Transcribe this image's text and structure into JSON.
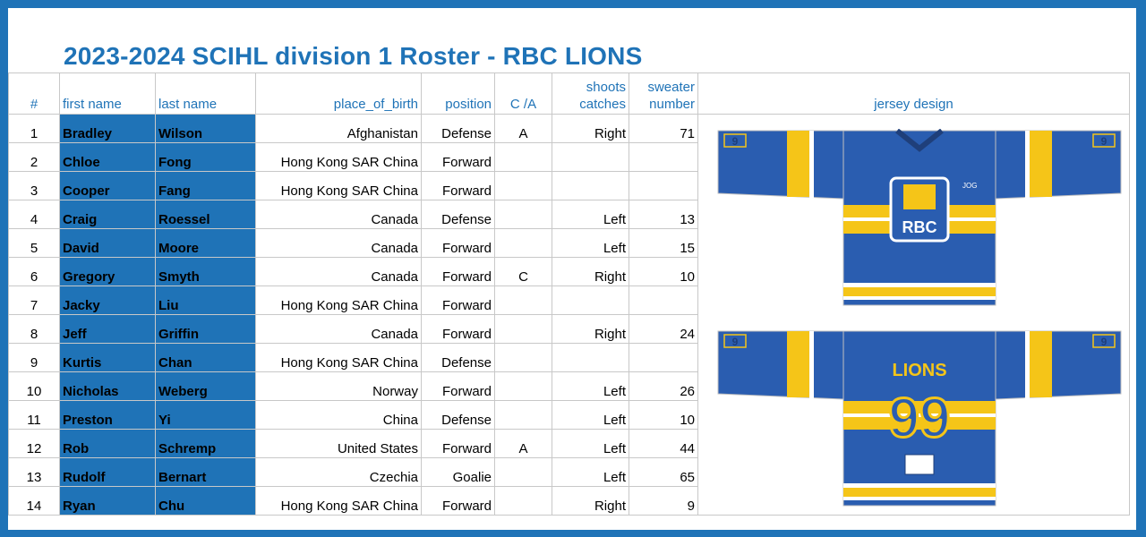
{
  "title": "2023-2024 SCIHL division 1 Roster - RBC LIONS",
  "headers": {
    "num": "#",
    "first_name": "first name",
    "last_name": "last name",
    "place_of_birth": "place_of_birth",
    "position": "position",
    "ca": "C /A",
    "shoots_1": "shoots",
    "shoots_2": "catches",
    "sweater_1": "sweater",
    "sweater_2": "number",
    "jersey": "jersey design"
  },
  "rows": [
    {
      "num": "1",
      "first": "Bradley",
      "last": "Wilson",
      "birth": "Afghanistan",
      "position": "Defense",
      "ca": "A",
      "shoots": "Right",
      "sweater": "71"
    },
    {
      "num": "2",
      "first": "Chloe",
      "last": "Fong",
      "birth": "Hong Kong SAR China",
      "position": "Forward",
      "ca": "",
      "shoots": "",
      "sweater": ""
    },
    {
      "num": "3",
      "first": "Cooper",
      "last": "Fang",
      "birth": "Hong Kong SAR China",
      "position": "Forward",
      "ca": "",
      "shoots": "",
      "sweater": ""
    },
    {
      "num": "4",
      "first": "Craig",
      "last": "Roessel",
      "birth": "Canada",
      "position": "Defense",
      "ca": "",
      "shoots": "Left",
      "sweater": "13"
    },
    {
      "num": "5",
      "first": "David",
      "last": "Moore",
      "birth": "Canada",
      "position": "Forward",
      "ca": "",
      "shoots": "Left",
      "sweater": "15"
    },
    {
      "num": "6",
      "first": "Gregory",
      "last": "Smyth",
      "birth": "Canada",
      "position": "Forward",
      "ca": "C",
      "shoots": "Right",
      "sweater": "10"
    },
    {
      "num": "7",
      "first": "Jacky",
      "last": "Liu",
      "birth": "Hong Kong SAR China",
      "position": "Forward",
      "ca": "",
      "shoots": "",
      "sweater": ""
    },
    {
      "num": "8",
      "first": "Jeff",
      "last": "Griffin",
      "birth": "Canada",
      "position": "Forward",
      "ca": "",
      "shoots": "Right",
      "sweater": "24"
    },
    {
      "num": "9",
      "first": "Kurtis",
      "last": "Chan",
      "birth": "Hong Kong SAR China",
      "position": "Defense",
      "ca": "",
      "shoots": "",
      "sweater": ""
    },
    {
      "num": "10",
      "first": "Nicholas",
      "last": "Weberg",
      "birth": "Norway",
      "position": "Forward",
      "ca": "",
      "shoots": "Left",
      "sweater": "26"
    },
    {
      "num": "11",
      "first": "Preston",
      "last": "Yi",
      "birth": "China",
      "position": "Defense",
      "ca": "",
      "shoots": "Left",
      "sweater": "10"
    },
    {
      "num": "12",
      "first": "Rob",
      "last": "Schremp",
      "birth": "United States",
      "position": "Forward",
      "ca": "A",
      "shoots": "Left",
      "sweater": "44"
    },
    {
      "num": "13",
      "first": "Rudolf",
      "last": "Bernart",
      "birth": "Czechia",
      "position": "Goalie",
      "ca": "",
      "shoots": "Left",
      "sweater": "65"
    },
    {
      "num": "14",
      "first": "Ryan",
      "last": "Chu",
      "birth": "Hong Kong SAR China",
      "position": "Forward",
      "ca": "",
      "shoots": "Right",
      "sweater": "9"
    }
  ],
  "jersey": {
    "front_logo": "RBC",
    "brand_mark": "JOG",
    "back_name": "LIONS",
    "back_number": "99",
    "sleeve_number": "9",
    "colors": {
      "blue": "#2a5db0",
      "yellow": "#f5c518",
      "navy": "#1f3f7a",
      "white": "#ffffff"
    }
  }
}
